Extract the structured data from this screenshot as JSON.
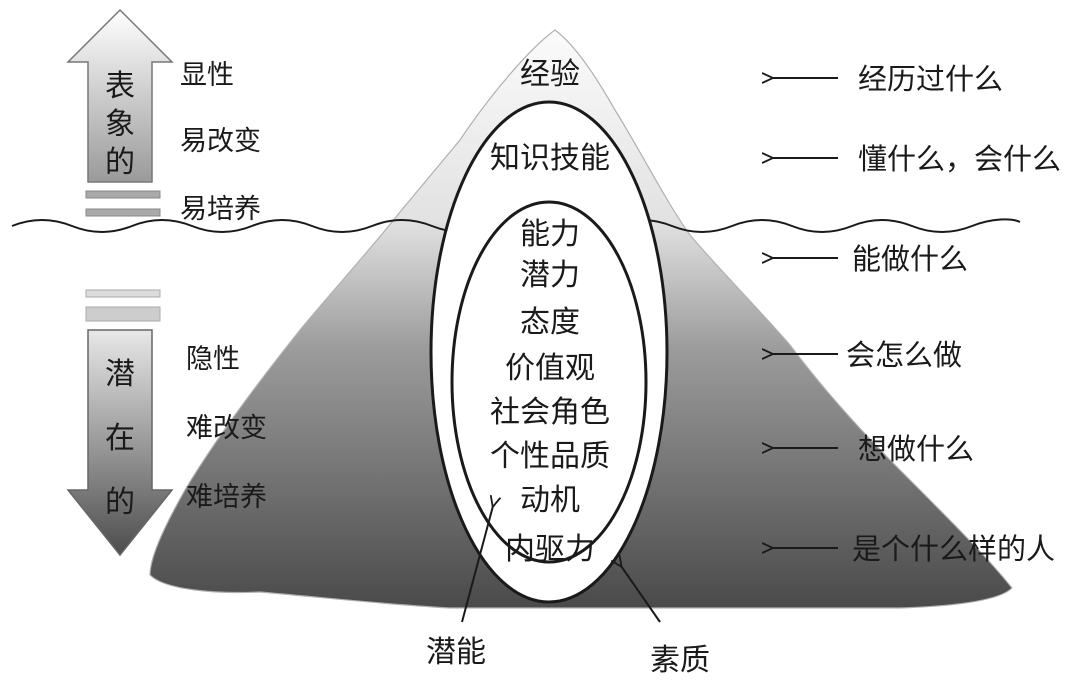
{
  "left_top": {
    "arrow_chars": [
      "表",
      "象",
      "的"
    ],
    "labels": [
      "显性",
      "易改变",
      "易培养"
    ]
  },
  "left_bottom": {
    "arrow_chars": [
      "潜",
      "在",
      "的"
    ],
    "labels": [
      "隐性",
      "难改变",
      "难培养"
    ]
  },
  "iceberg": {
    "tip_label": "经验",
    "outer_ellipse_top_label": "知识技能",
    "inner_items": [
      "能力",
      "潜力",
      "态度",
      "价值观",
      "社会角色",
      "个性品质",
      "动机",
      "内驱力"
    ]
  },
  "right_annotations": [
    "经历过什么",
    "懂什么，会什么",
    "能做什么",
    "会怎么做",
    "想做什么",
    "是个什么样的人"
  ],
  "bottom_labels": {
    "inner": "潜能",
    "outer": "素质"
  },
  "colors": {
    "ink": "#1a1a1a",
    "iceberg_top": "#f5f5f5",
    "iceberg_bottom": "#4a4a4a",
    "arrow_dark": "#4d4d4d"
  }
}
